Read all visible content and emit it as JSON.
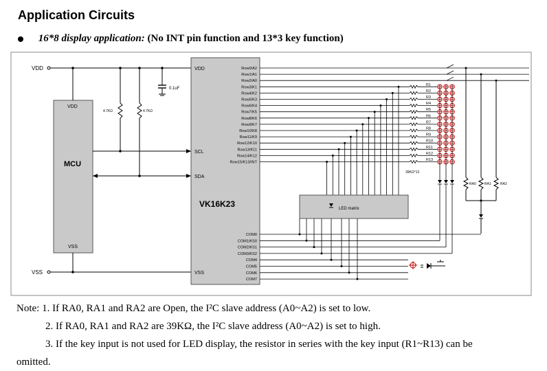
{
  "page": {
    "title": "Application Circuits",
    "subtitle_a": "16*8 display application:",
    "subtitle_b": "(No INT pin function and 13*3 key function)"
  },
  "schematic": {
    "net_vdd": "VDD",
    "net_vss": "VSS",
    "mcu": {
      "label": "MCU",
      "vdd": "VDD",
      "vss": "VSS"
    },
    "pullups": [
      "4.7KΩ",
      "4.7KΩ"
    ],
    "cap": "0.1uF",
    "chip": {
      "name": "VK16K23",
      "vdd": "VDD",
      "scl": "SCL",
      "sda": "SDA",
      "vss": "VSS",
      "rows": [
        "Row0/A2",
        "Row1/A1",
        "Row2/A0",
        "Row3/K1",
        "Row4/K2",
        "Row5/K3",
        "Row6/K4",
        "Row7/K5",
        "Row8/K6",
        "Row9/K7",
        "Row10/K8",
        "Row11/K9",
        "Row12/K10",
        "Row13/K11",
        "Row14/K12",
        "Row15/K13/INT"
      ],
      "coms": [
        "COM0",
        "COM1/KS0",
        "COM2/KS1",
        "COM3/KS2",
        "COM4",
        "COM5",
        "COM6",
        "COM7"
      ]
    },
    "key_resistors": [
      "R1",
      "R2",
      "R3",
      "R4",
      "R5",
      "R6",
      "R7",
      "R8",
      "R9",
      "R10",
      "R11",
      "R12",
      "R13"
    ],
    "resistor_array_label": "39KΩ*13",
    "led_matrix": "LED matrix",
    "addr_resistors": [
      "RA0",
      "RA1",
      "RA2"
    ]
  },
  "notes": {
    "n1": "Note: 1. If RA0, RA1 and RA2 are Open, the I²C slave address (A0~A2) is set to low.",
    "n2": "2. If RA0, RA1 and RA2 are 39KΩ, the I²C slave address (A0~A2) is set to high.",
    "n3": "3. If the key input is not used for LED display, the resistor in series with the key input (R1~R13) can be",
    "n3b": "omitted."
  }
}
